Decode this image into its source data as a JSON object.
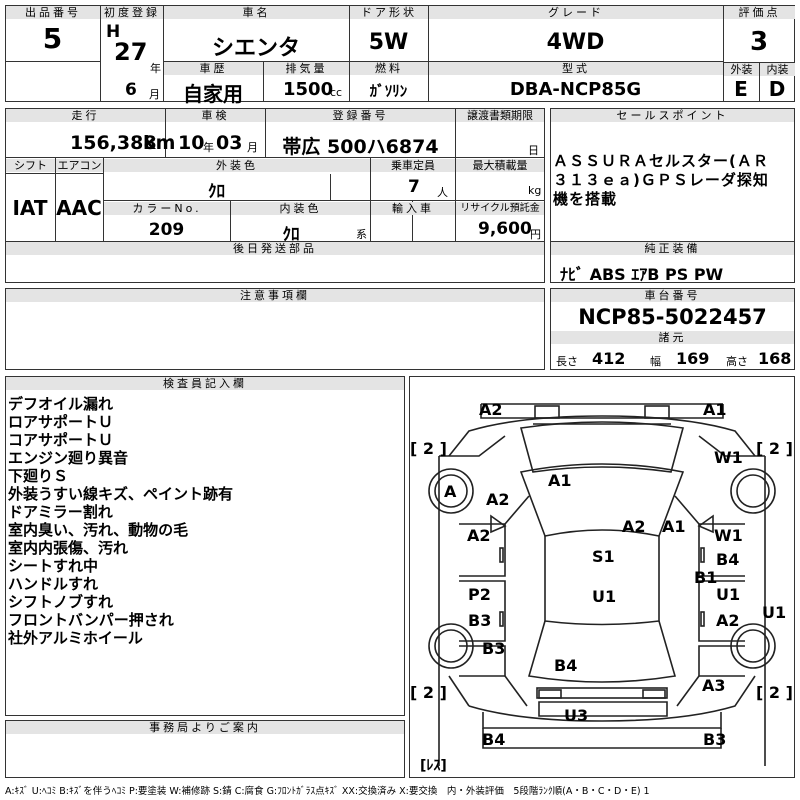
{
  "lot": {
    "label": "出品番号",
    "value": "5"
  },
  "first_reg": {
    "label": "初度登録",
    "era": "H",
    "year": "27",
    "year_unit": "年",
    "month": "6",
    "month_unit": "月"
  },
  "car_name": {
    "label": "車名",
    "value": "シエンタ"
  },
  "doors": {
    "label": "ドア形状",
    "value": "5W"
  },
  "grade": {
    "label": "グレード",
    "value": "4WD"
  },
  "rating": {
    "label": "評価点",
    "value": "3",
    "ext_label": "外装",
    "ext_value": "E",
    "int_label": "内装",
    "int_value": "D"
  },
  "history": {
    "label": "車歴",
    "value": "自家用"
  },
  "displacement": {
    "label": "排気量",
    "value": "1500",
    "unit": "cc"
  },
  "fuel": {
    "label": "燃料",
    "value": "ｶﾞｿﾘﾝ"
  },
  "model": {
    "label": "型式",
    "value": "DBA-NCP85G"
  },
  "mileage": {
    "label": "走行",
    "value": "156,388",
    "unit": "km"
  },
  "inspection": {
    "label": "車検",
    "year": "10",
    "year_unit": "年",
    "month": "03",
    "month_unit": "月"
  },
  "reg_no": {
    "label": "登録番号",
    "value": "帯広 500ハ6874"
  },
  "transfer_deadline": {
    "label": "譲渡書類期限",
    "day_unit": "日"
  },
  "sales_point": {
    "label": "セールスポイント",
    "text": "ＡＳＳＵＲＡセルスター(ＡＲ３１３ｅａ)ＧＰＳレーダ探知機を搭載"
  },
  "shift": {
    "label": "シフト",
    "value": "IAT"
  },
  "aircon": {
    "label": "エアコン",
    "value": "AAC"
  },
  "exterior_color": {
    "label": "外装色",
    "value": "ｸﾛ"
  },
  "capacity": {
    "label": "乗車定員",
    "value": "7",
    "unit": "人"
  },
  "max_load": {
    "label": "最大積載量",
    "unit": "kg"
  },
  "color_no": {
    "label": "カラーNo.",
    "value": "209"
  },
  "interior_color": {
    "label": "内装色",
    "value": "ｸﾛ",
    "unit": "系"
  },
  "import": {
    "label": "輸入車"
  },
  "recycle": {
    "label": "リサイクル預託金",
    "value": "9,600",
    "unit": "円"
  },
  "later_parts": {
    "label": "後日発送部品"
  },
  "genuine_equipment": {
    "label": "純正装備",
    "value": "ﾅﾋﾞ ABS ｴｱB PS PW"
  },
  "notes": {
    "label": "注意事項欄"
  },
  "chassis": {
    "label": "車台番号",
    "value": "NCP85-5022457"
  },
  "specs": {
    "label": "諸元",
    "length_label": "長さ",
    "length": "412",
    "width_label": "幅",
    "width": "169",
    "height_label": "高さ",
    "height": "168"
  },
  "inspector": {
    "label": "検査員記入欄",
    "remarks": [
      "デフオイル漏れ",
      "ロアサポートＵ",
      "コアサポートＵ",
      "エンジン廻り異音",
      "下廻りＳ",
      "外装うすい線キズ、ペイント跡有",
      "ドアミラー割れ",
      "室内臭い、汚れ、動物の毛",
      "室内内張傷、汚れ",
      "シートすれ中",
      "ハンドルすれ",
      "シフトノブすれ",
      "フロントバンパー押され",
      "社外アルミホイール"
    ]
  },
  "office": {
    "label": "事務局よりご案内"
  },
  "diagram": {
    "tire_label": "[ 2 ]",
    "spare_label": "[ﾚｽ]",
    "marks": [
      "A2",
      "A1",
      "W1",
      "A",
      "A2",
      "A1",
      "A2",
      "A1",
      "A2",
      "W1",
      "B4",
      "S1",
      "B1",
      "P2",
      "U1",
      "U1",
      "B3",
      "A2",
      "U1",
      "B3",
      "B4",
      "A3",
      "U3",
      "B4",
      "B3"
    ]
  },
  "legend": "A:ｷｽﾞ U:ﾍｺﾐ B:ｷｽﾞを伴うﾍｺﾐ P:要塗装 W:補修跡 S:錆 C:腐食 G:ﾌﾛﾝﾄｶﾞﾗｽ点ｷｽﾞ XX:交換済み X:要交換　内・外装評価　5段階ﾗﾝｸ順(A・B・C・D・E) 1"
}
